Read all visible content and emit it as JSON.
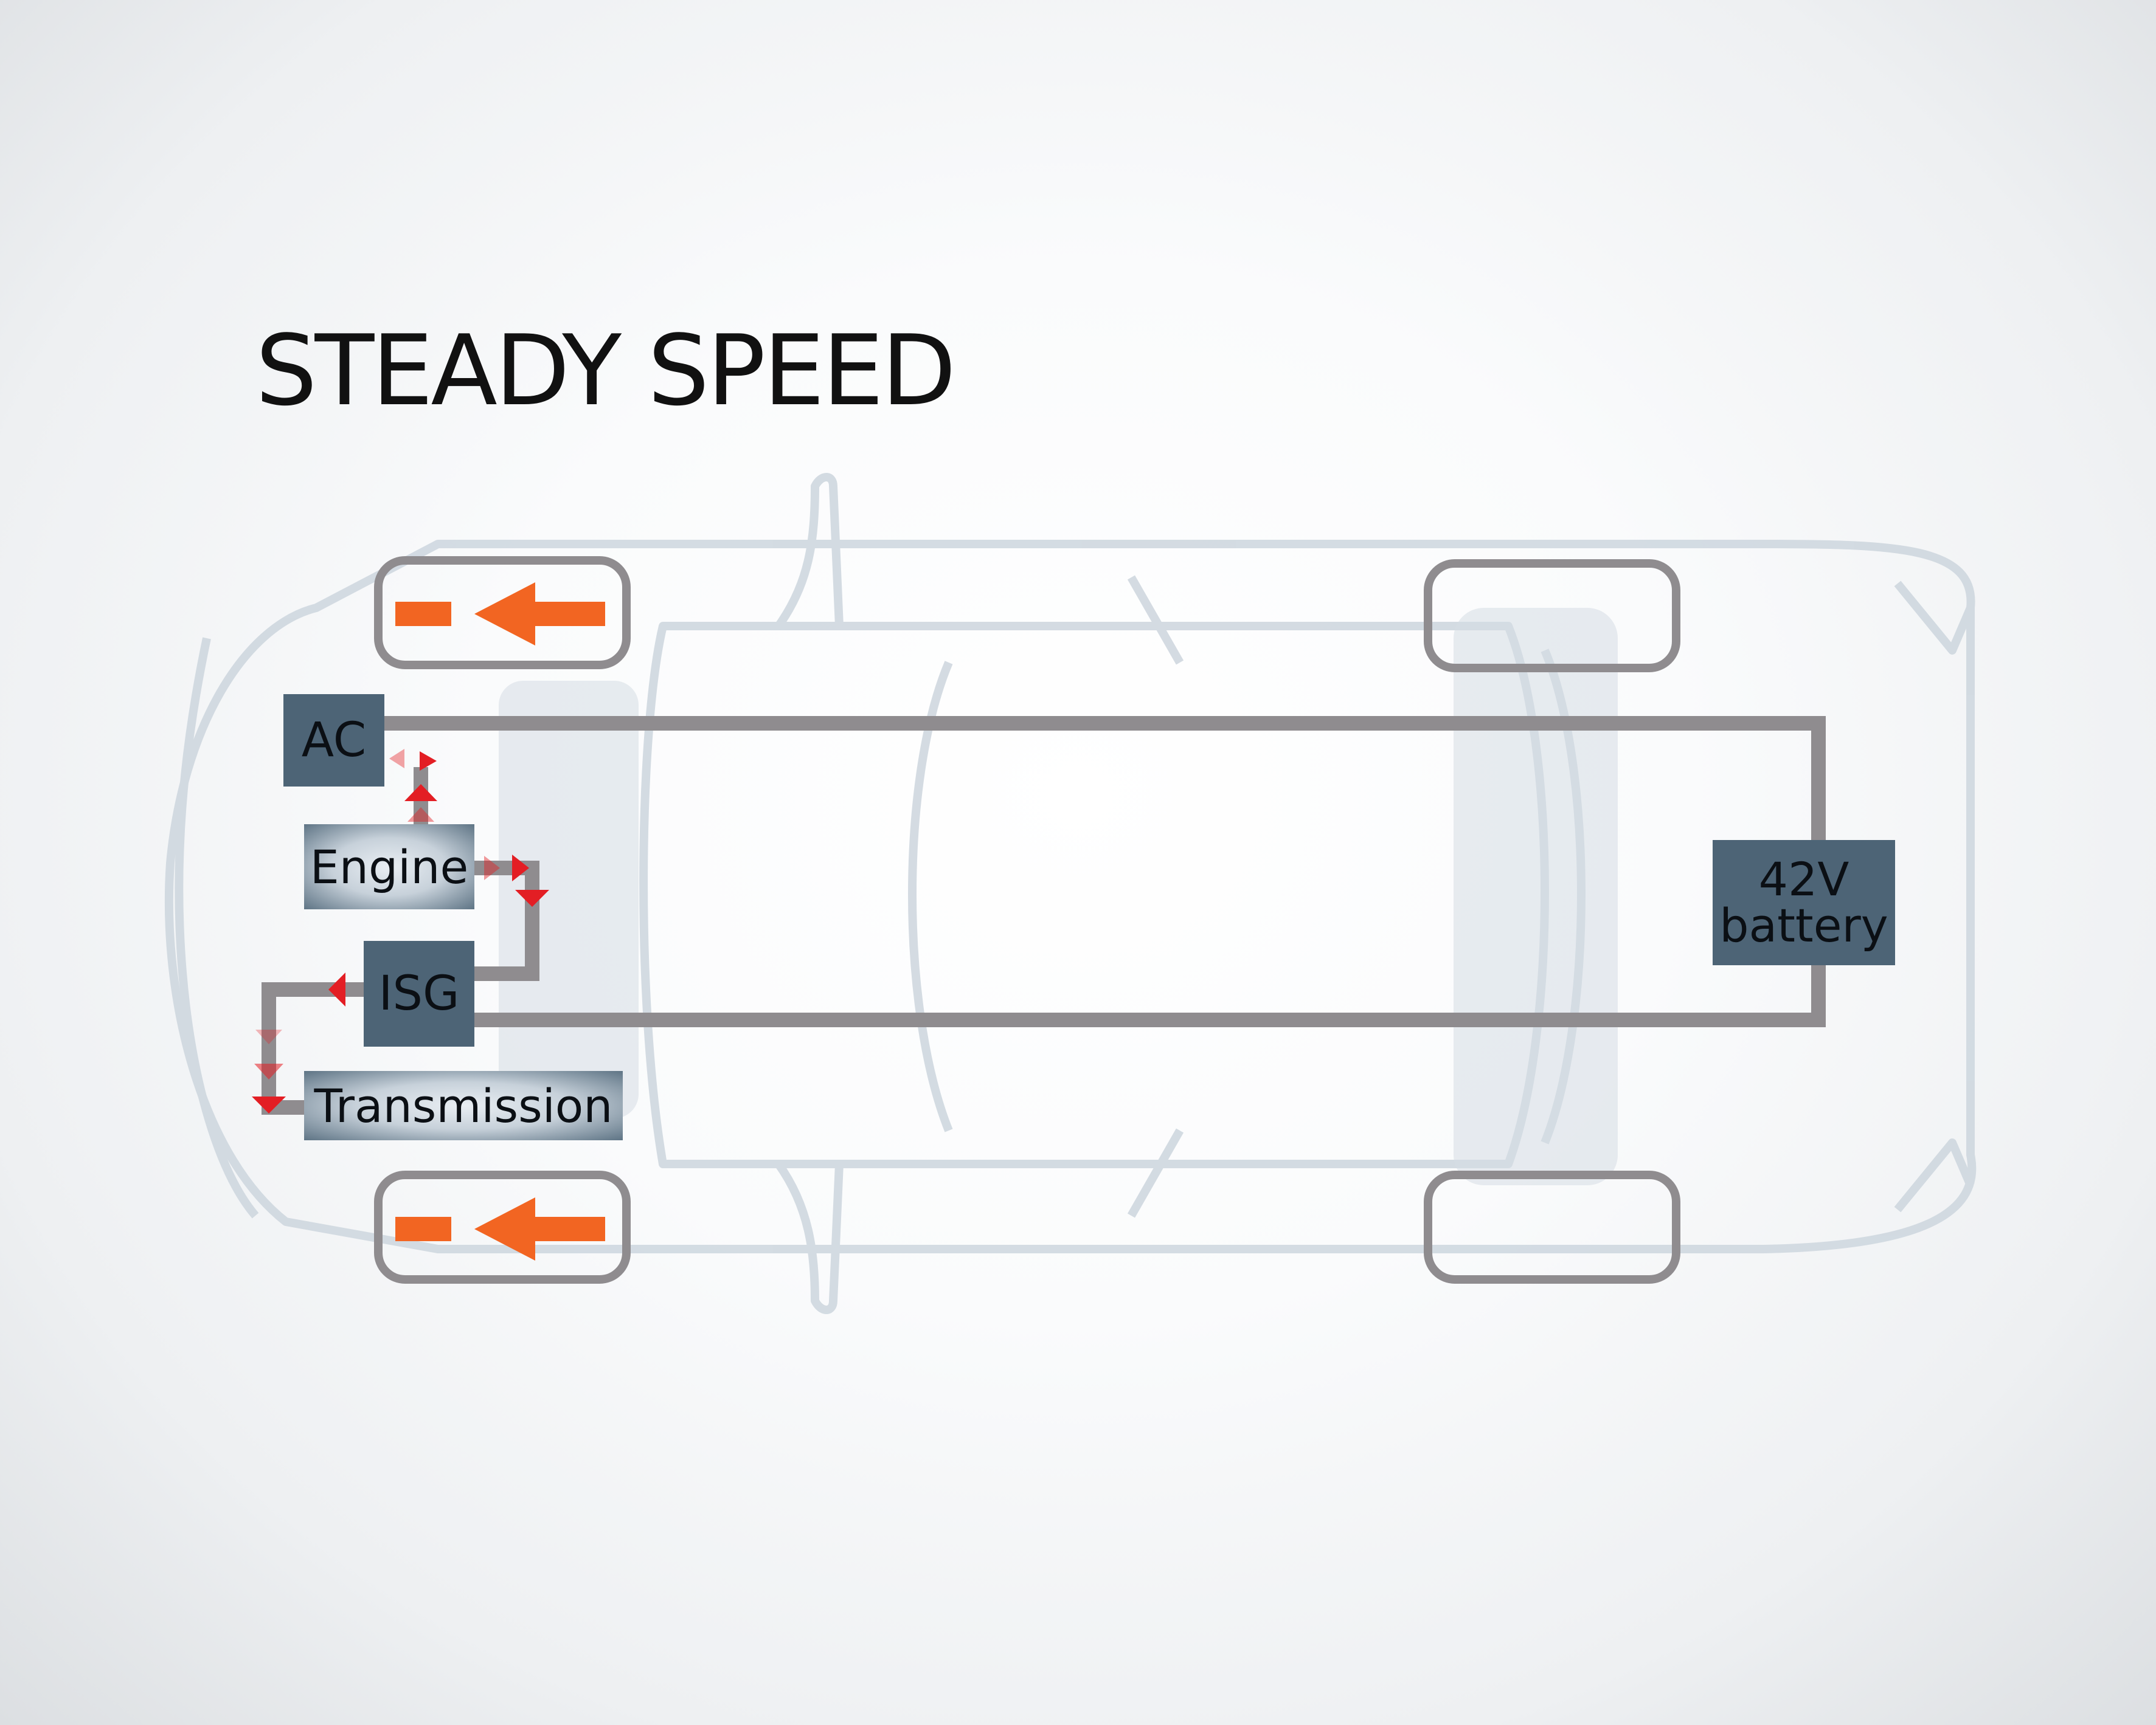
{
  "title": "STEADY SPEED",
  "components": {
    "ac": "AC",
    "engine": "Engine",
    "isg": "ISG",
    "transmission": "Transmission",
    "battery_line1": "42V",
    "battery_line2": "battery"
  },
  "colors": {
    "flow_arrow": "#f26522",
    "energy_arrow": "#e31e24",
    "circuit_line": "#8f8c8f",
    "component_box": "#4d6476",
    "car_outline": "#c9d3dc"
  },
  "wheels": [
    {
      "position": "front-left",
      "drive_arrow": true
    },
    {
      "position": "rear-left",
      "drive_arrow": false
    },
    {
      "position": "front-right",
      "drive_arrow": true
    },
    {
      "position": "rear-right",
      "drive_arrow": false
    }
  ]
}
